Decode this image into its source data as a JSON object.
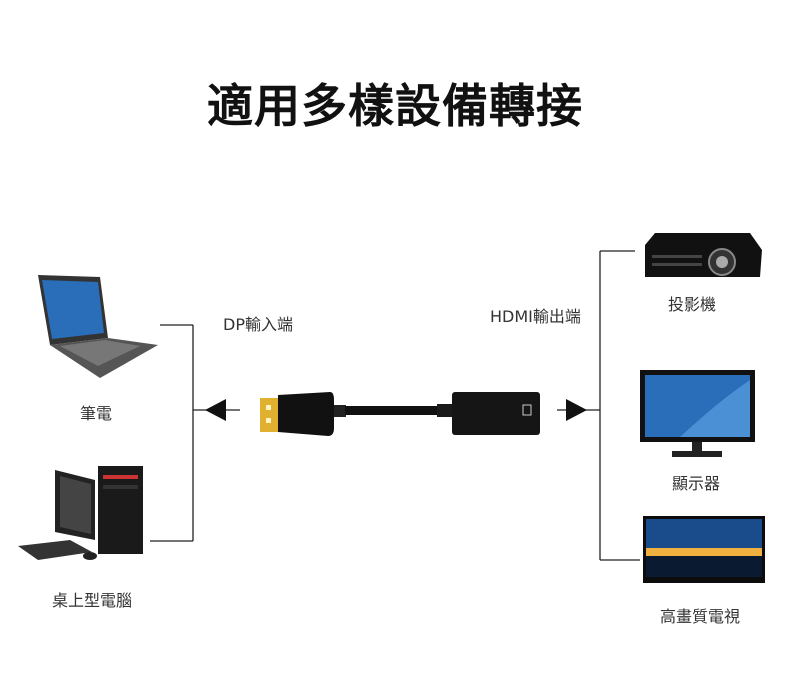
{
  "title": "適用多樣設備轉接",
  "ports": {
    "input": "DP輸入端",
    "output": "HDMI輸出端"
  },
  "left_devices": [
    {
      "label": "筆電"
    },
    {
      "label": "桌上型電腦"
    }
  ],
  "right_devices": [
    {
      "label": "投影機"
    },
    {
      "label": "顯示器"
    },
    {
      "label": "高畫質電視"
    }
  ],
  "colors": {
    "line": "#222222",
    "screen_blue": "#2a6db8",
    "gold": "#e0b030"
  }
}
